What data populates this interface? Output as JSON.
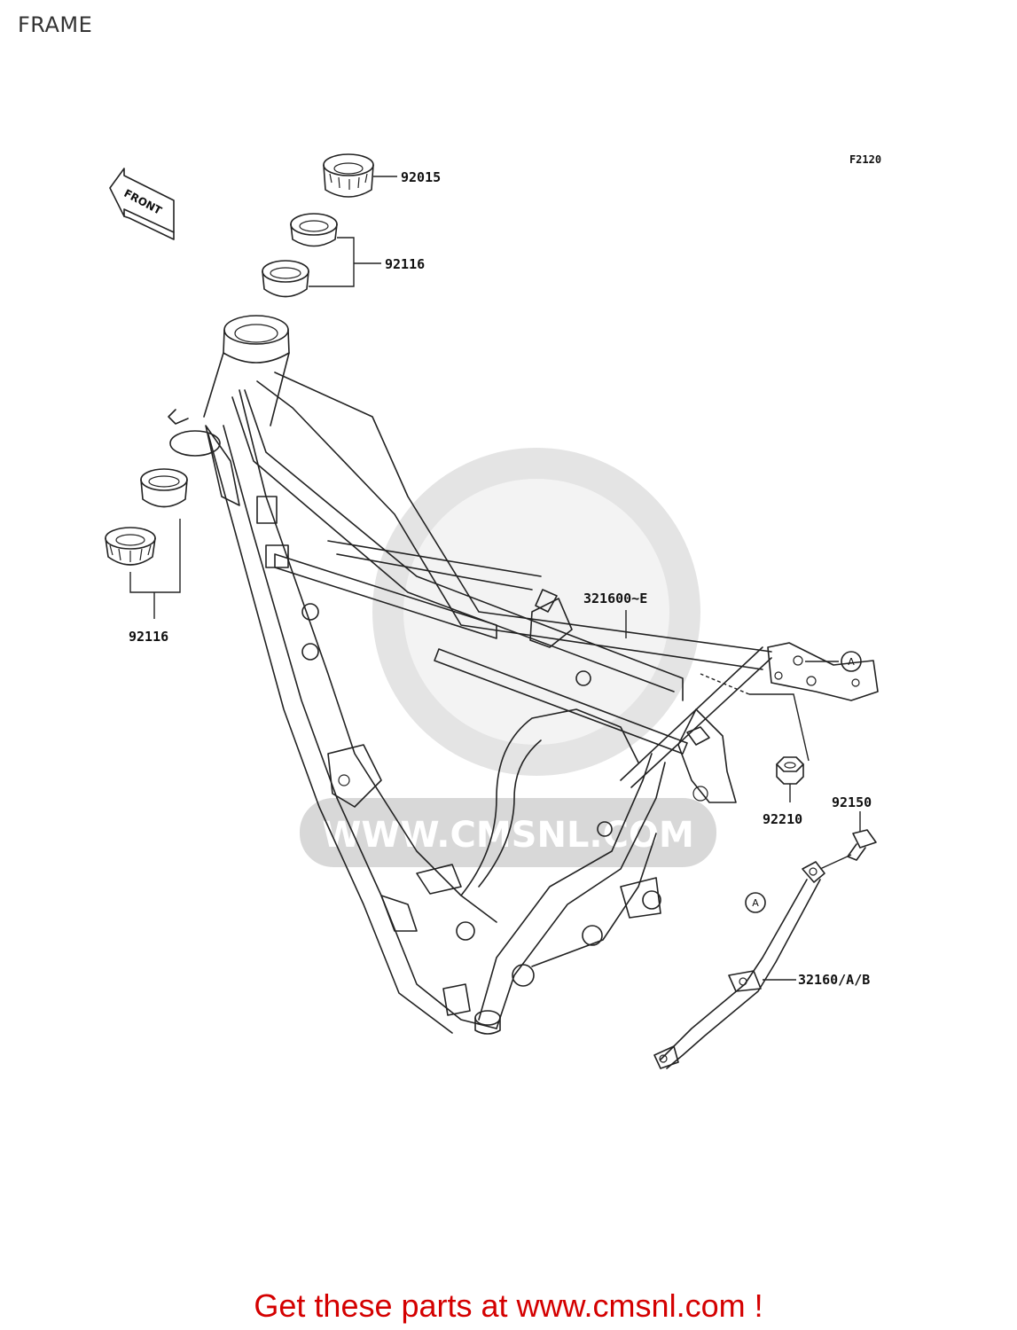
{
  "title": "FRAME",
  "figure_code": "F2120",
  "front_label": "FRONT",
  "parts": {
    "nut_top": "92015",
    "races_top": "92116",
    "races_bottom": "92116",
    "frame_assy": "321600~E",
    "nut_mid": "92210",
    "bolt": "92150",
    "sub_frame": "32160/A/B"
  },
  "ref_marker": "A",
  "watermark": "WWW.CMSNL.COM",
  "cta": "Get these parts at www.cmsnl.com !",
  "colors": {
    "cta": "#d40000",
    "lines": "#222222",
    "watermark": "#dcdcdc"
  }
}
